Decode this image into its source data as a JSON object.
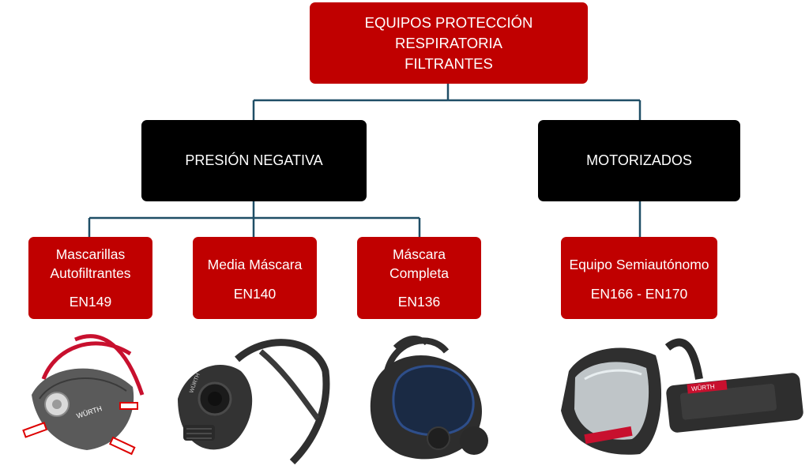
{
  "root": {
    "title_line1": "EQUIPOS PROTECCIÓN RESPIRATORIA",
    "title_line2": "FILTRANTES"
  },
  "categories": [
    {
      "label": "PRESIÓN NEGATIVA"
    },
    {
      "label": "MOTORIZADOS"
    }
  ],
  "items": [
    {
      "line1": "Mascarillas",
      "line2": "Autofiltrantes",
      "standard": "EN149"
    },
    {
      "line1": "Media Máscara",
      "standard": "EN140"
    },
    {
      "line1": "Máscara",
      "line2": "Completa",
      "standard": "EN136"
    },
    {
      "line1": "Equipo Semiautónomo",
      "standard": "EN166 - EN170"
    }
  ],
  "product_images": [
    {
      "name": "disposable-mask-image",
      "brand_text": "WÜRTH"
    },
    {
      "name": "half-mask-image",
      "brand_text": "WÜRTH"
    },
    {
      "name": "full-face-mask-image",
      "brand_text": ""
    },
    {
      "name": "powered-respirator-image",
      "brand_text": "WÜRTH"
    }
  ],
  "colors": {
    "red_box": "#c00000",
    "black_box": "#000000",
    "connector": "#1f4e66",
    "text": "#ffffff"
  }
}
